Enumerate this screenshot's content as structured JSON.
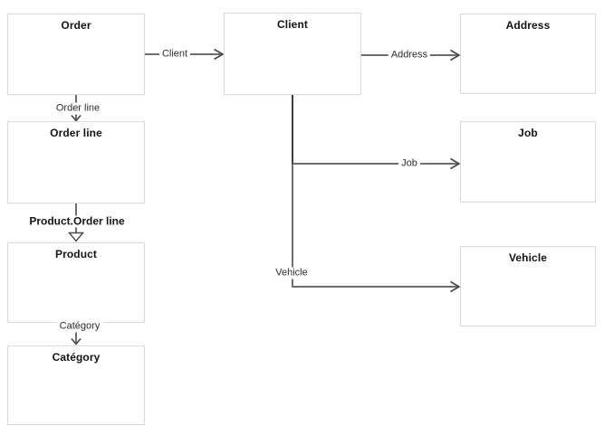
{
  "diagram": {
    "nodes": [
      {
        "id": "order",
        "label": "Order"
      },
      {
        "id": "client",
        "label": "Client"
      },
      {
        "id": "address",
        "label": "Address"
      },
      {
        "id": "order-line",
        "label": "Order line"
      },
      {
        "id": "job",
        "label": "Job"
      },
      {
        "id": "product",
        "label": "Product"
      },
      {
        "id": "vehicle",
        "label": "Vehicle"
      },
      {
        "id": "category",
        "label": "Catégory"
      }
    ],
    "edges": [
      {
        "from": "Order",
        "to": "Client",
        "label": "Client",
        "arrow": "open"
      },
      {
        "from": "Client",
        "to": "Address",
        "label": "Address",
        "arrow": "open"
      },
      {
        "from": "Order",
        "to": "Order line",
        "label": "Order line",
        "arrow": "open"
      },
      {
        "from": "Client",
        "to": "Job",
        "label": "Job",
        "arrow": "open"
      },
      {
        "from": "Order line",
        "to": "Product",
        "label": "Product.Order line",
        "arrow": "hollow-triangle"
      },
      {
        "from": "Client",
        "to": "Vehicle",
        "label": "Vehicle",
        "arrow": "open"
      },
      {
        "from": "Product",
        "to": "Catégory",
        "label": "Catégory",
        "arrow": "open"
      }
    ],
    "colors": {
      "background": "#ffffff",
      "node_fill": "#ffffff",
      "node_border": "#d9d9d9",
      "node_title_text": "#141414",
      "edge_line": "#6e6e6e",
      "edge_line_overlap": "#3e3e3e",
      "arrowhead": "#454545",
      "edge_label_text": "#2e2e2e"
    }
  }
}
